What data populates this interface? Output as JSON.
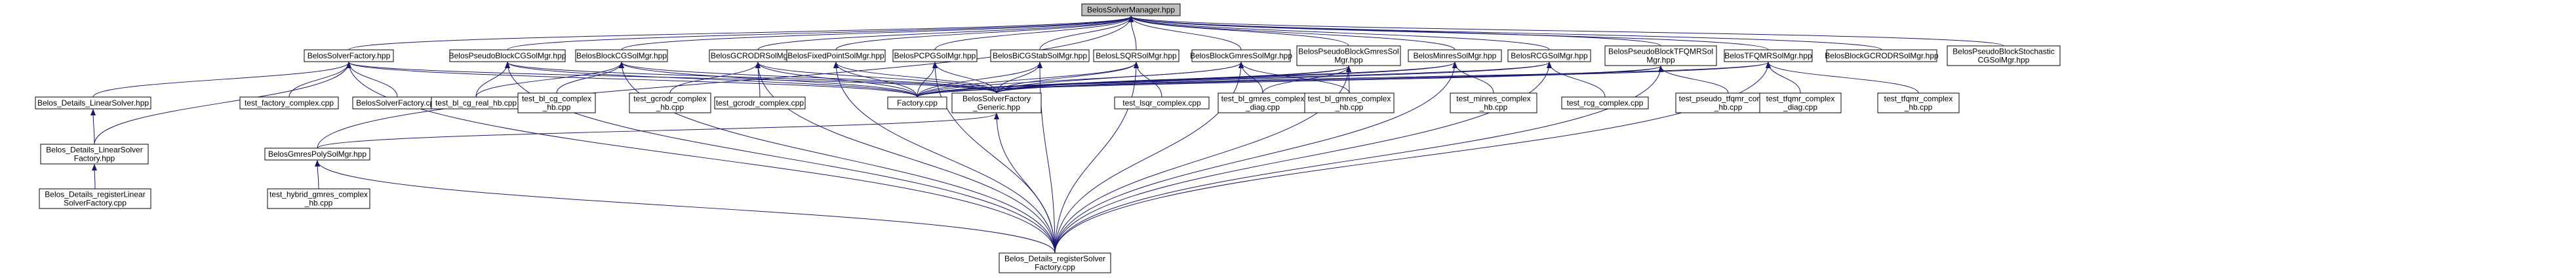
{
  "colors": {
    "edge": "#191970",
    "node_border": "#000000",
    "root_fill": "#bfbfbf",
    "node_fill": "#ffffff"
  },
  "nodes": {
    "root": [
      "BelosSolverManager.hpp"
    ],
    "solverfactory": [
      "BelosSolverFactory.hpp"
    ],
    "pseudoblockcg": [
      "BelosPseudoBlockCGSolMgr.hpp"
    ],
    "blockcg": [
      "BelosBlockCGSolMgr.hpp"
    ],
    "gcrodr": [
      "BelosGCRODRSolMgr.hpp"
    ],
    "fixedpoint": [
      "BelosFixedPointSolMgr.hpp"
    ],
    "pcpg": [
      "BelosPCPGSolMgr.hpp"
    ],
    "bicgstab": [
      "BelosBiCGStabSolMgr.hpp"
    ],
    "lsqr": [
      "BelosLSQRSolMgr.hpp"
    ],
    "blockgmres": [
      "BelosBlockGmresSolMgr.hpp"
    ],
    "pseudoblockgmres": [
      "BelosPseudoBlockGmresSol",
      "Mgr.hpp"
    ],
    "minres": [
      "BelosMinresSolMgr.hpp"
    ],
    "rcg": [
      "BelosRCGSolMgr.hpp"
    ],
    "pseudoblocktfqmr": [
      "BelosPseudoBlockTFQMRSol",
      "Mgr.hpp"
    ],
    "tfqmr": [
      "BelosTFQMRSolMgr.hpp"
    ],
    "blockgcrodr": [
      "BelosBlockGCRODRSolMgr.hpp"
    ],
    "pseudoblockstochastic": [
      "BelosPseudoBlockStochastic",
      "CGSolMgr.hpp"
    ],
    "details_linearsolver": [
      "Belos_Details_LinearSolver.hpp"
    ],
    "test_factory_complex": [
      "test_factory_complex.cpp"
    ],
    "solverfactory_cpp": [
      "BelosSolverFactory.cpp"
    ],
    "test_bl_cg_real": [
      "test_bl_cg_real_hb.cpp"
    ],
    "test_bl_cg_complex": [
      "test_bl_cg_complex",
      "_hb.cpp"
    ],
    "test_gcrodr_complex_hb": [
      "test_gcrodr_complex",
      "_hb.cpp"
    ],
    "test_gcrodr_complex": [
      "test_gcrodr_complex.cpp"
    ],
    "factory_cpp": [
      "Factory.cpp"
    ],
    "solverfactory_generic": [
      "BelosSolverFactory",
      "_Generic.hpp"
    ],
    "test_lsqr_complex": [
      "test_lsqr_complex.cpp"
    ],
    "test_bl_gmres_diag": [
      "test_bl_gmres_complex",
      "_diag.cpp"
    ],
    "test_bl_gmres_hb": [
      "test_bl_gmres_complex",
      "_hb.cpp"
    ],
    "test_minres_complex": [
      "test_minres_complex",
      "_hb.cpp"
    ],
    "test_rcg_complex": [
      "test_rcg_complex.cpp"
    ],
    "test_pseudo_tfqmr": [
      "test_pseudo_tfqmr_complex",
      "_hb.cpp"
    ],
    "test_tfqmr_diag": [
      "test_tfqmr_complex",
      "_diag.cpp"
    ],
    "test_tfqmr_hb": [
      "test_tfqmr_complex",
      "_hb.cpp"
    ],
    "details_linearsolverfactory": [
      "Belos_Details_LinearSolver",
      "Factory.hpp"
    ],
    "gmrespoly": [
      "BelosGmresPolySolMgr.hpp"
    ],
    "details_register_linear": [
      "Belos_Details_registerLinear",
      "SolverFactory.cpp"
    ],
    "test_hybrid_gmres": [
      "test_hybrid_gmres_complex",
      "_hb.cpp"
    ],
    "details_register_solver": [
      "Belos_Details_registerSolver",
      "Factory.cpp"
    ]
  }
}
